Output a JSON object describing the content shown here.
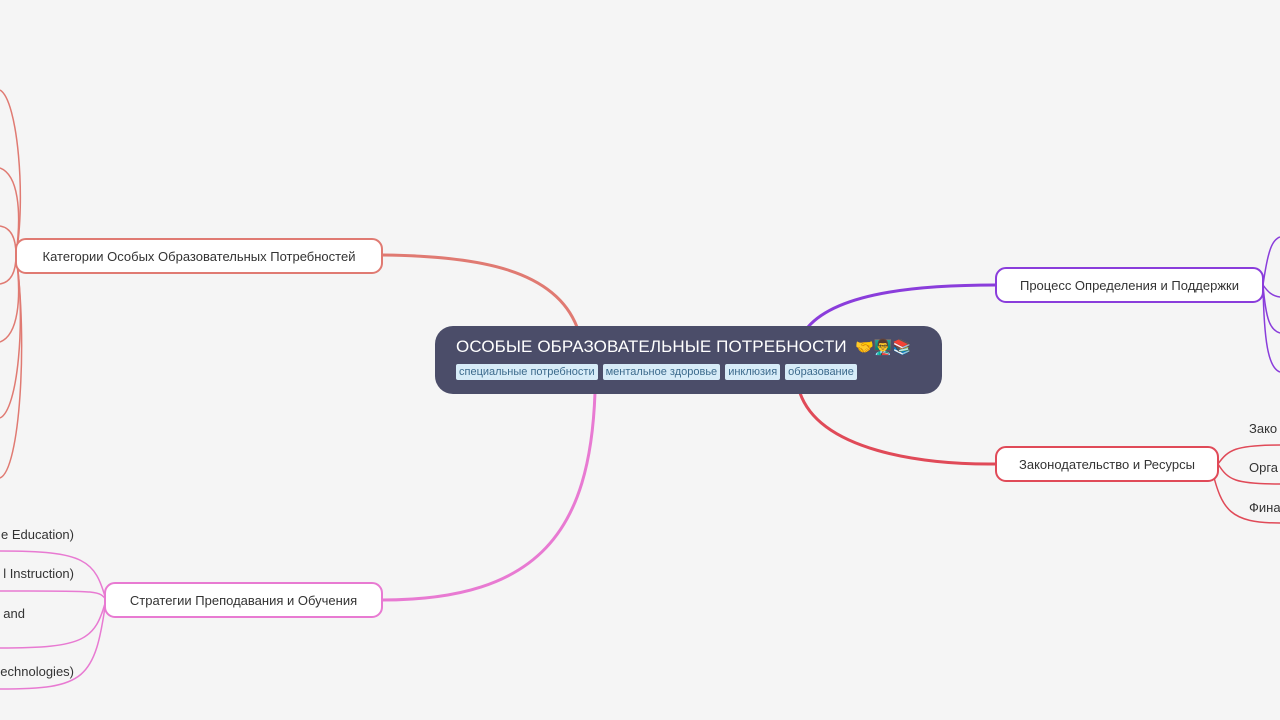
{
  "central": {
    "title": "ОСОБЫЕ ОБРАЗОВАТЕЛЬНЫЕ ПОТРЕБНОСТИ",
    "emoji": "🤝👨‍🏫📚",
    "tags": [
      "специальные потребности",
      "ментальное здоровье",
      "инклюзия",
      "образование"
    ],
    "color": "#4b4d69"
  },
  "branches": {
    "categories": {
      "label": "Категории Особых Образовательных Потребностей",
      "color": "#e07a72"
    },
    "process": {
      "label": "Процесс Определения и Поддержки",
      "color": "#8a3ddb"
    },
    "law": {
      "label": "Законодательство и Ресурсы",
      "color": "#e04a58",
      "children": [
        "Зако",
        "Орга",
        "Фина"
      ]
    },
    "teaching": {
      "label": "Стратегии Преподавания и Обучения",
      "color": "#e87ad2",
      "children": [
        "e Education)",
        "l Instruction)",
        "and",
        "echnologies)"
      ]
    }
  }
}
